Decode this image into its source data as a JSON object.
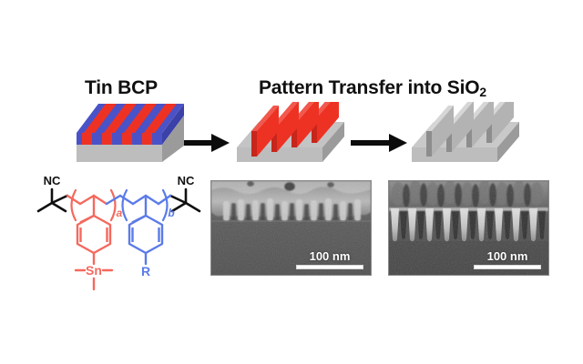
{
  "figure": {
    "type": "graphical-abstract",
    "background_color": "#ffffff",
    "headings": {
      "left": "Tin BCP",
      "right_prefix": "Pattern Transfer into SiO",
      "right_subscript": "2",
      "right_full": "Pattern Transfer into SiO2"
    }
  },
  "colors": {
    "red": "#ED3224",
    "red_light": "#F1554A",
    "red_dark": "#C6261B",
    "blue": "#4A52C8",
    "blue_light": "#6A72DA",
    "blue_dark": "#3A41A8",
    "gray": "#B3B3B3",
    "gray_light": "#C9C9C9",
    "gray_dark": "#8F8F8F",
    "black": "#101010",
    "chem_red": "#F4695E",
    "chem_blue": "#5B7BE8",
    "chem_black": "#101010",
    "sem_background": "#595959"
  },
  "schematics": {
    "tin_bcp": {
      "name": "tin-bcp-lamellae-block",
      "description": "3D slab with alternating red and blue vertical lamellae on a gray substrate",
      "stripe_count": 7,
      "stripe_colors": [
        "#4A52C8",
        "#ED3224"
      ],
      "substrate_color": "#B3B3B3"
    },
    "red_fins": {
      "name": "red-fin-pattern-block",
      "description": "Four red fins standing on a gray substrate",
      "fin_count": 4,
      "fin_color": "#ED3224",
      "substrate_color": "#B3B3B3"
    },
    "sio2_fins": {
      "name": "sio2-etched-fin-block",
      "description": "Four gray SiO2 fins etched into a gray substrate",
      "fin_count": 4,
      "fin_color": "#B3B3B3",
      "substrate_color": "#B3B3B3"
    }
  },
  "arrows": [
    {
      "name": "arrow-bcp-to-pattern",
      "direction": "right"
    },
    {
      "name": "arrow-pattern-to-sio2",
      "direction": "right"
    }
  ],
  "chem_structure": {
    "name": "tin-block-copolymer-structure",
    "description": "Block copolymer: red trimethylstannyl-styrene block (a) and blue R-substituted styrene block (b), with nitrile chain ends",
    "end_group_left": "NC",
    "end_group_right": "NC",
    "block_label_a": "a",
    "block_label_b": "b",
    "tin_label": "Sn",
    "r_group_label": "R",
    "block_a_color": "#F4695E",
    "block_b_color": "#5B7BE8"
  },
  "sem_images": [
    {
      "name": "sem-image-tin-bcp-cross-section",
      "position": "left",
      "scalebar_label": "100 nm",
      "description": "Cross-sectional SEM of self-assembled tin block copolymer lamellae on substrate"
    },
    {
      "name": "sem-image-etched-sio2-cross-section",
      "position": "right",
      "scalebar_label": "100 nm",
      "description": "Cross-sectional SEM of high aspect ratio SiO2 fins after pattern transfer"
    }
  ]
}
